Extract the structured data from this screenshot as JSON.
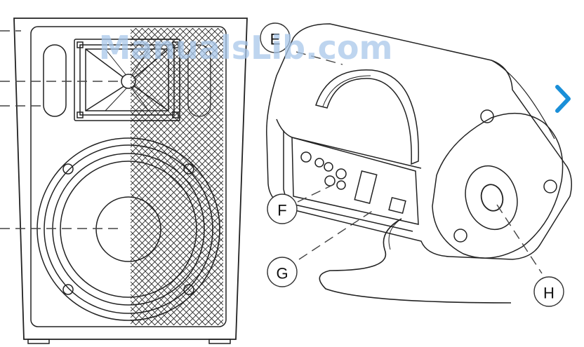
{
  "watermark": "ManualsLib.com",
  "callouts": {
    "e": "E",
    "f": "F",
    "g": "G",
    "h": "H"
  },
  "icons": {
    "next": "chevron-right-icon"
  },
  "colors": {
    "accent": "#1a8fd8",
    "line": "#222222",
    "watermark": "#a9c8ea"
  }
}
